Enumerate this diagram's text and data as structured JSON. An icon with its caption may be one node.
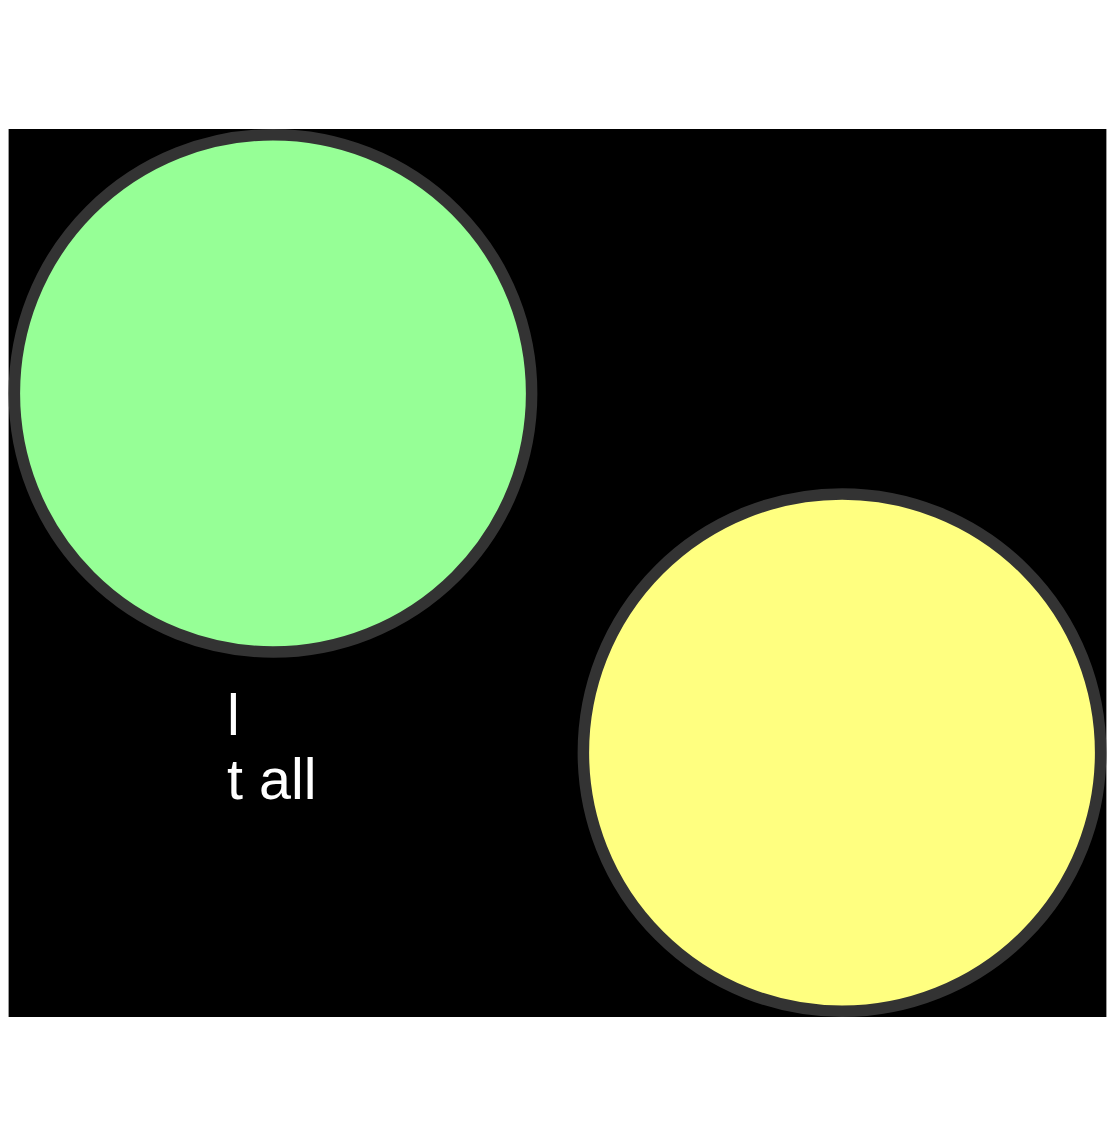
{
  "diagram": {
    "nodes": [
      {
        "text": [],
        "shape": "circle"
      },
      {
        "text": [],
        "shape": "circle"
      }
    ],
    "labels": [
      "l",
      "t all"
    ]
  }
}
